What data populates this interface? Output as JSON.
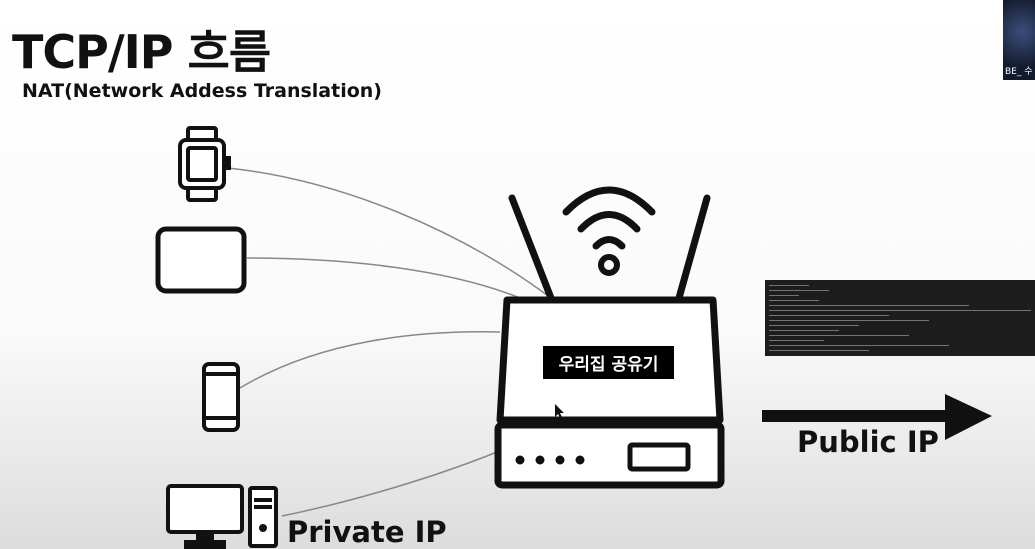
{
  "title": "TCP/IP 흐름",
  "subtitle": "NAT(Network Addess Translation)",
  "router": {
    "label": "우리집 공유기"
  },
  "labels": {
    "public_ip": "Public IP",
    "private_ip": "Private IP"
  },
  "participant": {
    "name": "BE_ 수"
  },
  "devices": [
    "smartwatch-icon",
    "tablet-icon",
    "smartphone-icon",
    "desktop-computer-icon"
  ],
  "colors": {
    "ink": "#111111",
    "line": "#888888",
    "terminal_bg": "#1d1d1d"
  }
}
